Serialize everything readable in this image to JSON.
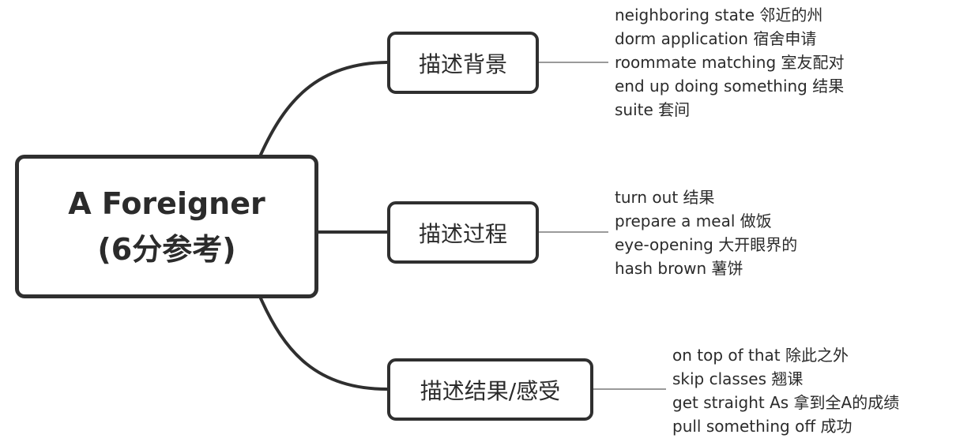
{
  "root": {
    "title": "A Foreigner",
    "subtitle": "(6分参考)"
  },
  "branches": [
    {
      "label": "描述背景",
      "items": [
        "neighboring state 邻近的州",
        "dorm application 宿舍申请",
        "roommate matching 室友配对",
        "end up doing something 结果",
        "suite 套间"
      ]
    },
    {
      "label": "描述过程",
      "items": [
        "turn out 结果",
        "prepare a meal 做饭",
        "eye-opening 大开眼界的",
        "hash brown 薯饼"
      ]
    },
    {
      "label": "描述结果/感受",
      "items": [
        "on top of that 除此之外",
        "skip classes 翘课",
        "get straight As 拿到全A的成绩",
        "pull something off 成功"
      ]
    }
  ]
}
